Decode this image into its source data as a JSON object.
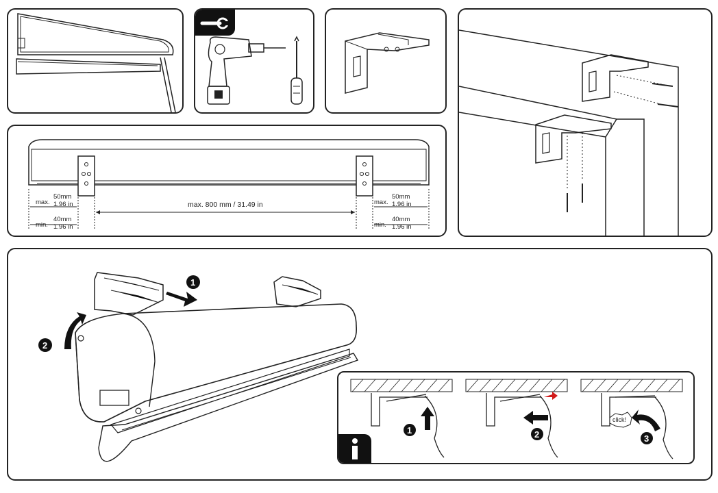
{
  "dimensions": {
    "max_label": "max.",
    "min_label": "min.",
    "left_max_mm": "50mm",
    "left_max_in": "1.96 in",
    "left_min_mm": "40mm",
    "left_min_in": "1.96 in",
    "center_max": "max. 800 mm / 31.49 in",
    "right_max_mm": "50mm",
    "right_max_in": "1.96 in",
    "right_min_mm": "40mm",
    "right_min_in": "1.96 in"
  },
  "steps": {
    "s1": "1",
    "s2": "2",
    "i1": "1",
    "i2": "2",
    "i3": "3",
    "click": "click!"
  },
  "icons": {
    "tools_tag": "wrench-icon",
    "info_tag": "info-icon"
  },
  "colors": {
    "line": "#222222",
    "accent_red": "#d11a1a",
    "tag_bg": "#111111"
  }
}
